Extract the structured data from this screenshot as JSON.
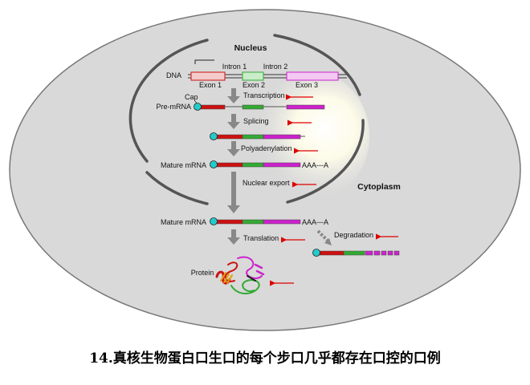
{
  "labels": {
    "nucleus": "Nucleus",
    "cytoplasm": "Cytoplasm",
    "dna": "DNA",
    "intron1": "Intron 1",
    "intron2": "Intron 2",
    "exon1": "Exon 1",
    "exon2": "Exon 2",
    "exon3": "Exon 3",
    "cap": "Cap",
    "pre_mrna": "Pre-mRNA",
    "mature_mrna_nuclear": "Mature mRNA",
    "mature_mrna_cyto": "Mature mRNA",
    "polya_1": "AAA---A",
    "polya_2": "AAA---A",
    "protein": "Protein"
  },
  "steps": {
    "transcription": "Transcription",
    "splicing": "Splicing",
    "polyadenylation": "Polyadenylation",
    "nuclear_export": "Nuclear export",
    "translation": "Translation",
    "degradation": "Degradation"
  },
  "caption": "14.真核生物蛋白口生口的每个步口几乎都存在口控的口例",
  "colors": {
    "exon1": "#cc1111",
    "exon2": "#33aa33",
    "exon3": "#cc22cc",
    "cap": "#22cccc",
    "control_arrow": "#dd0000",
    "cell": "#d9d9d9",
    "membrane": "#555555"
  }
}
